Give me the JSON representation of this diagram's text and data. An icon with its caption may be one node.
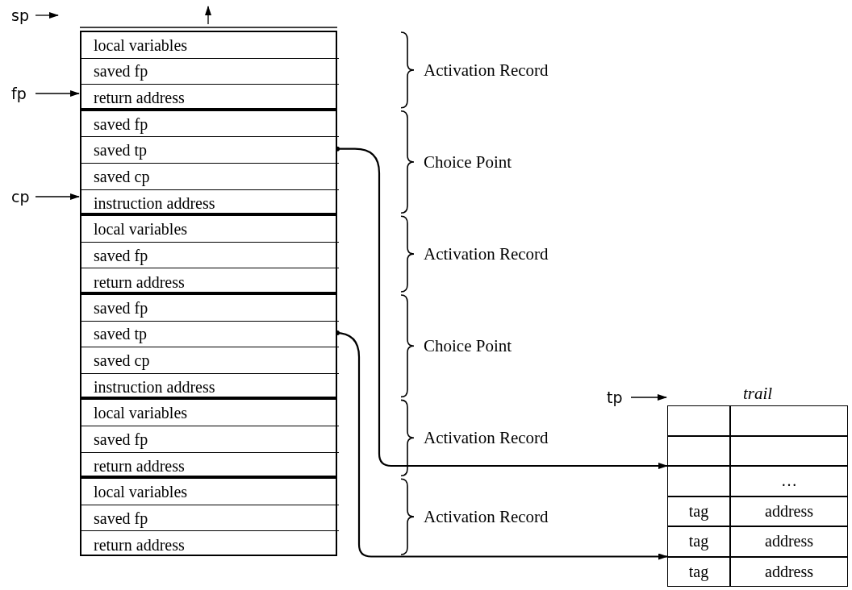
{
  "diagram": {
    "nodes": [
      {
        "text": [
          "sp"
        ]
      },
      {
        "text": [
          "fp"
        ]
      },
      {
        "text": [
          "cp"
        ]
      },
      {
        "text": [],
        "shape": "box"
      },
      {
        "text": [
          "local variables"
        ],
        "in": 3
      },
      {
        "text": [
          "saved fp"
        ],
        "in": 3
      },
      {
        "text": [
          "return address"
        ],
        "in": 3
      },
      {
        "text": [],
        "shape": "box"
      },
      {
        "text": [
          "saved fp"
        ],
        "in": 7
      },
      {
        "text": [
          "saved tp"
        ],
        "in": 7
      },
      {
        "text": [
          "saved cp"
        ],
        "in": 7
      },
      {
        "text": [
          "instruction address"
        ],
        "in": 7
      },
      {
        "text": [],
        "shape": "box"
      },
      {
        "text": [
          "local variables"
        ],
        "in": 12
      },
      {
        "text": [
          "saved fp"
        ],
        "in": 12
      },
      {
        "text": [
          "return address"
        ],
        "in": 12
      },
      {
        "text": [],
        "shape": "box"
      },
      {
        "text": [
          "saved fp"
        ],
        "in": 16
      },
      {
        "text": [
          "saved tp"
        ],
        "in": 16
      },
      {
        "text": [
          "saved cp"
        ],
        "in": 16
      },
      {
        "text": [
          "instruction address"
        ],
        "in": 16
      },
      {
        "text": [],
        "shape": "box"
      },
      {
        "text": [
          "local variables"
        ],
        "in": 21
      },
      {
        "text": [
          "saved fp"
        ],
        "in": 21
      },
      {
        "text": [
          "return address"
        ],
        "in": 21
      },
      {
        "text": [],
        "shape": "box"
      },
      {
        "text": [
          "local variables"
        ],
        "in": 25
      },
      {
        "text": [
          "saved fp"
        ],
        "in": 25
      },
      {
        "text": [
          "return address"
        ],
        "in": 25
      },
      {
        "text": [
          "tp"
        ]
      },
      {
        "text": [
          "trail"
        ]
      },
      {
        "text": [],
        "shape": "box",
        "in": 30
      },
      {
        "text": [],
        "shape": "box",
        "in": 30
      },
      {
        "text": [],
        "shape": "box",
        "in": 30
      },
      {
        "text": [],
        "shape": "box",
        "in": 30
      },
      {
        "text": [],
        "shape": "box",
        "in": 30
      },
      {
        "text": [
          "…"
        ],
        "in": 30
      },
      {
        "text": [
          "tag"
        ],
        "in": 30
      },
      {
        "text": [
          "address"
        ],
        "in": 30
      },
      {
        "text": [
          "tag"
        ],
        "in": 30
      },
      {
        "text": [
          "address"
        ],
        "in": 30
      },
      {
        "text": [
          "tag"
        ],
        "in": 30
      },
      {
        "text": [
          "address"
        ],
        "in": 30
      }
    ],
    "edges": [
      {
        "from": 0,
        "to": null,
        "arrow": "to"
      },
      {
        "from": 1,
        "to": 6,
        "arrow": "to"
      },
      {
        "from": 2,
        "to": 11,
        "arrow": "to"
      },
      {
        "from": 29,
        "to": 30,
        "arrow": "to"
      },
      {
        "from": 9,
        "to": 30,
        "arrow": "to"
      },
      {
        "from": 18,
        "to": 30,
        "arrow": "to"
      }
    ],
    "labels": [
      "Activation Record",
      "Choice Point",
      "Activation Record",
      "Choice Point",
      "Activation Record",
      "Activation Record"
    ]
  }
}
